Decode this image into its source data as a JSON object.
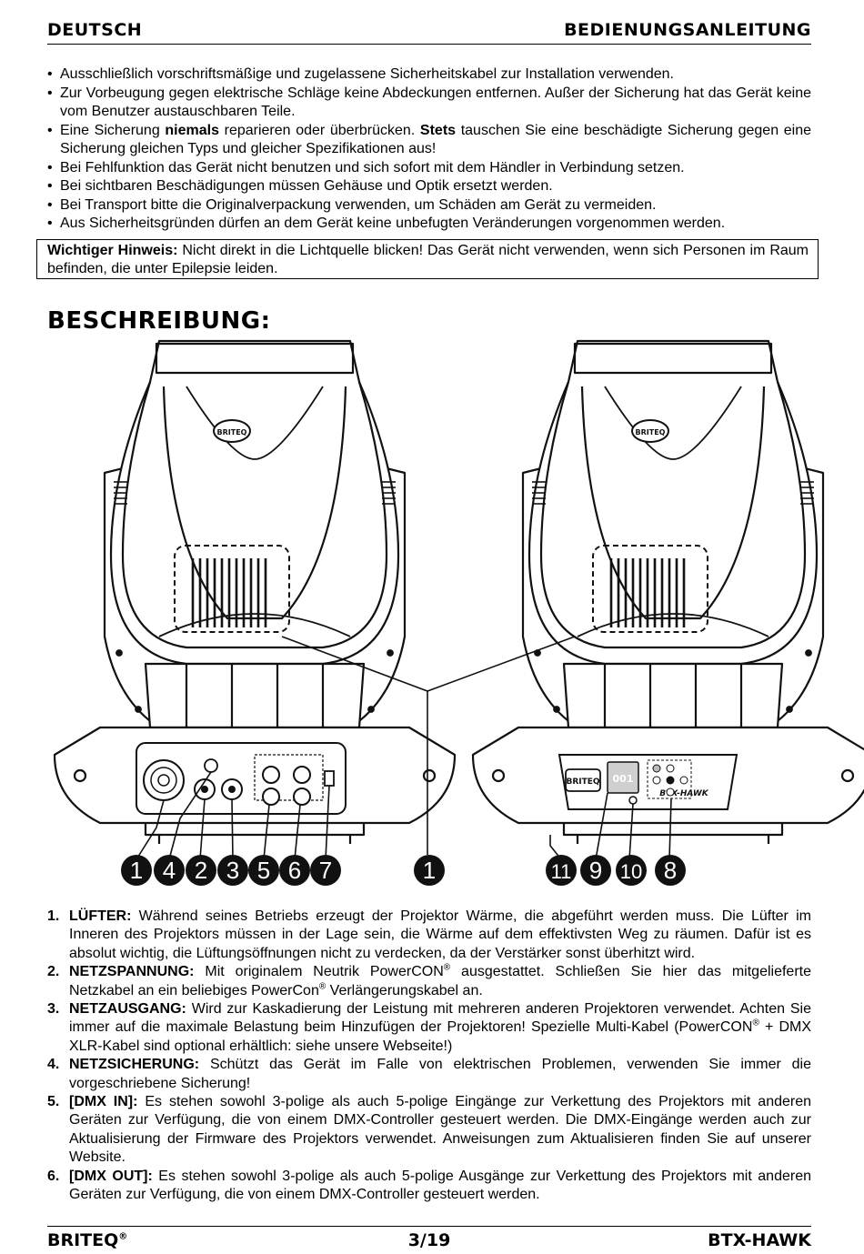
{
  "header": {
    "left": "DEUTSCH",
    "right": "BEDIENUNGSANLEITUNG"
  },
  "safety_items": [
    [
      "Ausschließlich vorschriftsmäßige und zugelassene Sicherheitskabel zur Installation verwenden."
    ],
    [
      "Zur Vorbeugung gegen elektrische Schläge keine Abdeckungen entfernen. Außer der Sicherung hat das Gerät keine vom Benutzer austauschbaren Teile."
    ],
    [
      "Eine Sicherung ",
      "niemals",
      " reparieren oder überbrücken. ",
      "Stets",
      " tauschen Sie eine beschädigte Sicherung gegen eine Sicherung gleichen Typs und gleicher Spezifikationen aus!"
    ],
    [
      "Bei Fehlfunktion das Gerät nicht benutzen und sich sofort mit dem Händler in Verbindung setzen."
    ],
    [
      "Bei sichtbaren Beschädigungen müssen Gehäuse und Optik ersetzt werden."
    ],
    [
      "Bei Transport bitte die Originalverpackung verwenden, um Schäden am Gerät zu vermeiden."
    ],
    [
      "Aus Sicherheitsgründen dürfen an dem Gerät keine unbefugten Veränderungen vorgenommen werden."
    ]
  ],
  "warning": {
    "label": "Wichtiger Hinweis:",
    "text": " Nicht direkt in die Lichtquelle blicken! Das Gerät nicht verwenden, wenn sich Personen im Raum befinden, die unter Epilepsie leiden."
  },
  "section_title": "BESCHREIBUNG:",
  "figure": {
    "logo": "BRITEQ",
    "model_label": "BTX-HAWK",
    "display_value": "001",
    "left_callouts": [
      "1",
      "4",
      "2",
      "3",
      "5",
      "6",
      "7"
    ],
    "center_callout": "1",
    "right_callouts": [
      "11",
      "9",
      "10",
      "8"
    ]
  },
  "descriptions": [
    {
      "num": "1.",
      "title": "LÜFTER:",
      "parts": [
        " Während seines Betriebs erzeugt der Projektor Wärme, die abgeführt werden muss. Die Lüfter im Inneren des Projektors müssen in der Lage sein, die Wärme auf dem effektivsten Weg zu räumen. Dafür ist es absolut wichtig, die Lüftungsöffnungen nicht zu verdecken, da der Verstärker sonst überhitzt wird."
      ]
    },
    {
      "num": "2.",
      "title": "NETZSPANNUNG:",
      "parts": [
        " Mit originalem Neutrik PowerCON",
        "®",
        " ausgestattet. Schließen Sie hier das mitgelieferte Netzkabel an ein beliebiges PowerCon",
        "®",
        " Verlängerungskabel an."
      ]
    },
    {
      "num": "3.",
      "title": "NETZAUSGANG:",
      "parts": [
        " Wird zur Kaskadierung der Leistung mit mehreren anderen Projektoren verwendet. Achten Sie immer auf die maximale Belastung beim Hinzufügen der Projektoren! Spezielle Multi-Kabel (PowerCON",
        "®",
        " + DMX XLR-Kabel sind optional erhältlich: siehe unsere Webseite!)"
      ]
    },
    {
      "num": "4.",
      "title": "NETZSICHERUNG:",
      "parts": [
        " Schützt das Gerät im Falle von elektrischen Problemen, verwenden Sie immer die vorgeschriebene Sicherung!"
      ]
    },
    {
      "num": "5.",
      "title": "[DMX IN]:",
      "parts": [
        " Es stehen sowohl 3-polige als auch 5-polige Eingänge zur Verkettung des Projektors mit anderen Geräten zur Verfügung, die von einem DMX-Controller gesteuert werden. Die DMX-Eingänge werden auch zur Aktualisierung der Firmware des Projektors verwendet. Anweisungen zum Aktualisieren finden Sie auf unserer Website."
      ]
    },
    {
      "num": "6.",
      "title": "[DMX OUT]:",
      "parts": [
        " Es stehen sowohl 3-polige als auch 5-polige Ausgänge zur Verkettung des Projektors mit anderen Geräten zur Verfügung, die von einem DMX-Controller gesteuert werden."
      ]
    }
  ],
  "footer": {
    "brand": "BRITEQ",
    "brand_mark": "®",
    "page": "3/19",
    "model": "BTX-HAWK"
  }
}
